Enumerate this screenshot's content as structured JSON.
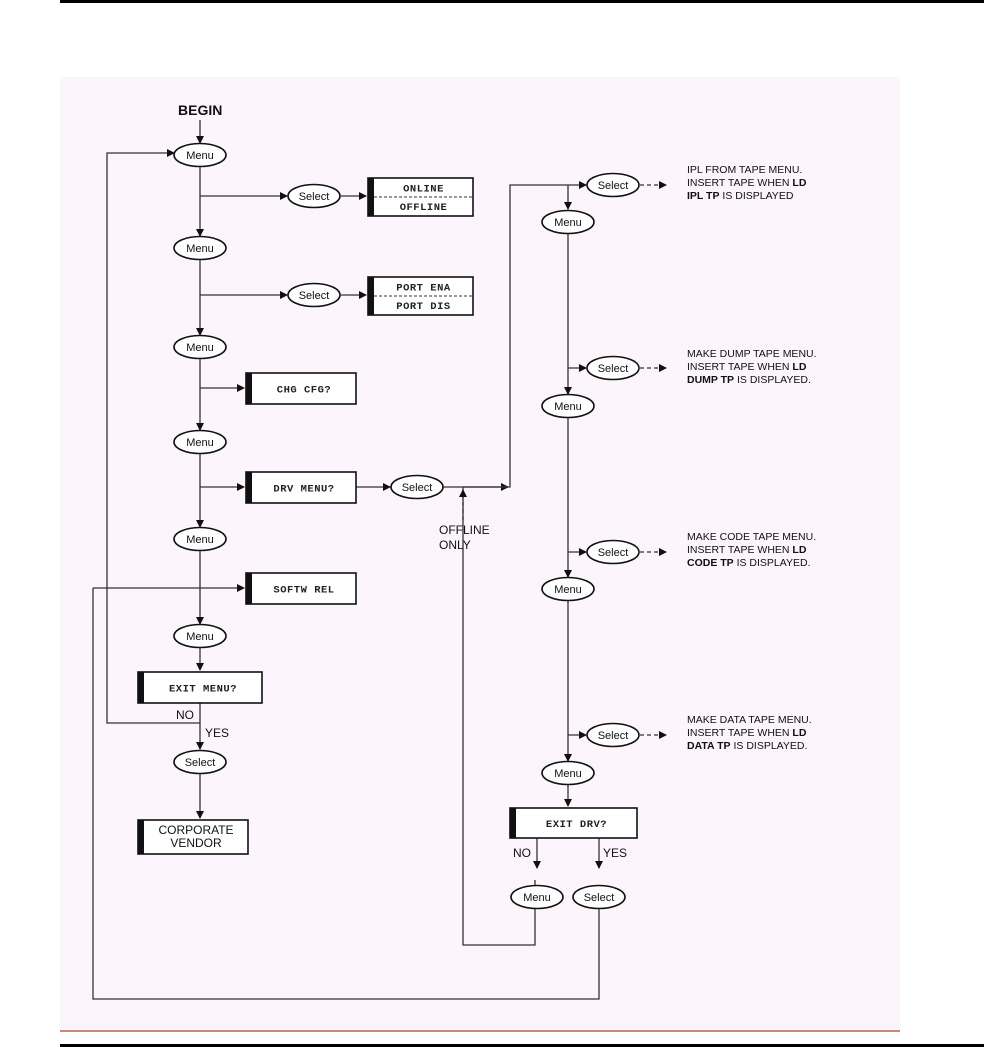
{
  "diagram": {
    "start_label": "BEGIN",
    "node_labels": {
      "menu": "Menu",
      "select": "Select"
    },
    "displays": {
      "online_offline": [
        "ONLINE",
        "OFFLINE"
      ],
      "port": [
        "PORT ENA",
        "PORT DIS"
      ],
      "chg_cfg": "CHG CFG?",
      "drv_menu": "DRV MENU?",
      "softw_rel": "SOFTW REL",
      "exit_menu": "EXIT MENU?",
      "corporate_vendor": [
        "CORPORATE",
        "VENDOR"
      ],
      "exit_drv": "EXIT DRV?"
    },
    "branch_labels": {
      "no": "NO",
      "yes": "YES"
    },
    "offline_only": [
      "OFFLINE",
      "ONLY"
    ],
    "notes": [
      {
        "line1": "IPL FROM TAPE MENU.",
        "line2_pre": "INSERT TAPE WHEN ",
        "line2_bold": "LD",
        "line3_bold": "IPL TP",
        "line3_post": " IS DISPLAYED"
      },
      {
        "line1": "MAKE DUMP TAPE MENU.",
        "line2_pre": "INSERT TAPE WHEN ",
        "line2_bold": "LD",
        "line3_bold": "DUMP TP",
        "line3_post": " IS DISPLAYED."
      },
      {
        "line1": "MAKE CODE TAPE MENU.",
        "line2_pre": "INSERT TAPE WHEN ",
        "line2_bold": "LD",
        "line3_bold": "CODE TP",
        "line3_post": " IS DISPLAYED."
      },
      {
        "line1": "MAKE DATA TAPE MENU.",
        "line2_pre": "INSERT TAPE WHEN ",
        "line2_bold": "LD",
        "line3_bold": "DATA TP",
        "line3_post": " IS DISPLAYED."
      }
    ]
  }
}
